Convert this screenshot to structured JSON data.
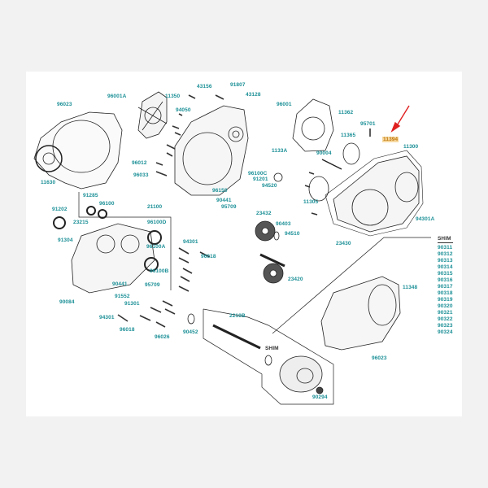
{
  "diagram": {
    "title": "Engine crankcase and clutch cover exploded parts diagram",
    "highlighted_part": "11394",
    "colors": {
      "label": "#1a8f96",
      "highlight_bg": "#f7d9a0",
      "arrow": "#e02020",
      "line": "#222222"
    },
    "labels": [
      "96023",
      "96001A",
      "11350",
      "43156",
      "91807",
      "43128",
      "96001",
      "11362",
      "94050",
      "95701",
      "11365",
      "11394",
      "11300",
      "96012",
      "96033",
      "1133A",
      "90004",
      "96100C",
      "91201",
      "94520",
      "11630",
      "96150",
      "90441",
      "95709",
      "11305",
      "91285",
      "96100",
      "21100",
      "91202",
      "23215",
      "96100D",
      "91304",
      "96100A",
      "96100B",
      "90441",
      "95709",
      "23432",
      "90403",
      "94510",
      "23430",
      "94301A",
      "94301",
      "96018",
      "23420",
      "11348",
      "90084",
      "91552",
      "91301",
      "94301",
      "96018",
      "96026",
      "90452",
      "2210B",
      "SHIM",
      "96023",
      "90294"
    ],
    "shim_list": {
      "title": "SHIM",
      "items": [
        "90311",
        "90312",
        "90313",
        "90314",
        "90315",
        "90316",
        "90317",
        "90318",
        "90319",
        "90320",
        "90321",
        "90322",
        "90323",
        "90324"
      ]
    }
  }
}
